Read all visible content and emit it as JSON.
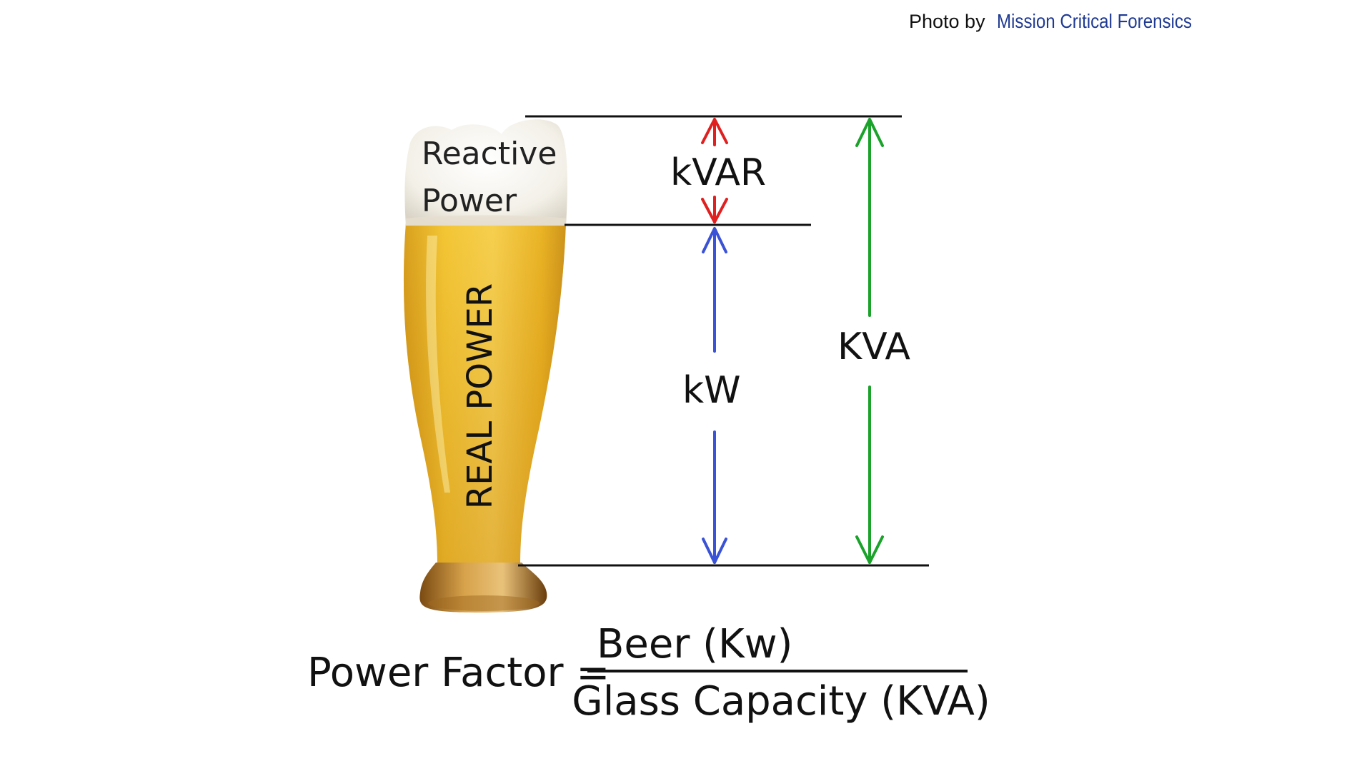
{
  "credit": {
    "prefix": "Photo by",
    "brand": "Mission Critical Forensics",
    "brand_color": "#1f3a93"
  },
  "glass": {
    "foam_line1": "Reactive",
    "foam_line2": "Power",
    "liquid_label": "REAL POWER",
    "beer_color": "#e9b51e",
    "foam_color": "#f4f2ec"
  },
  "dimensions": {
    "kvar_label": "kVAR",
    "kw_label": "kW",
    "kva_label": "KVA",
    "kvar_color": "#e02020",
    "kw_color": "#3a52d6",
    "kva_color": "#1aa22a"
  },
  "formula": {
    "lhs": "Power Factor =",
    "numerator": "Beer (Kw)",
    "denominator": "Glass Capacity (KVA)"
  }
}
